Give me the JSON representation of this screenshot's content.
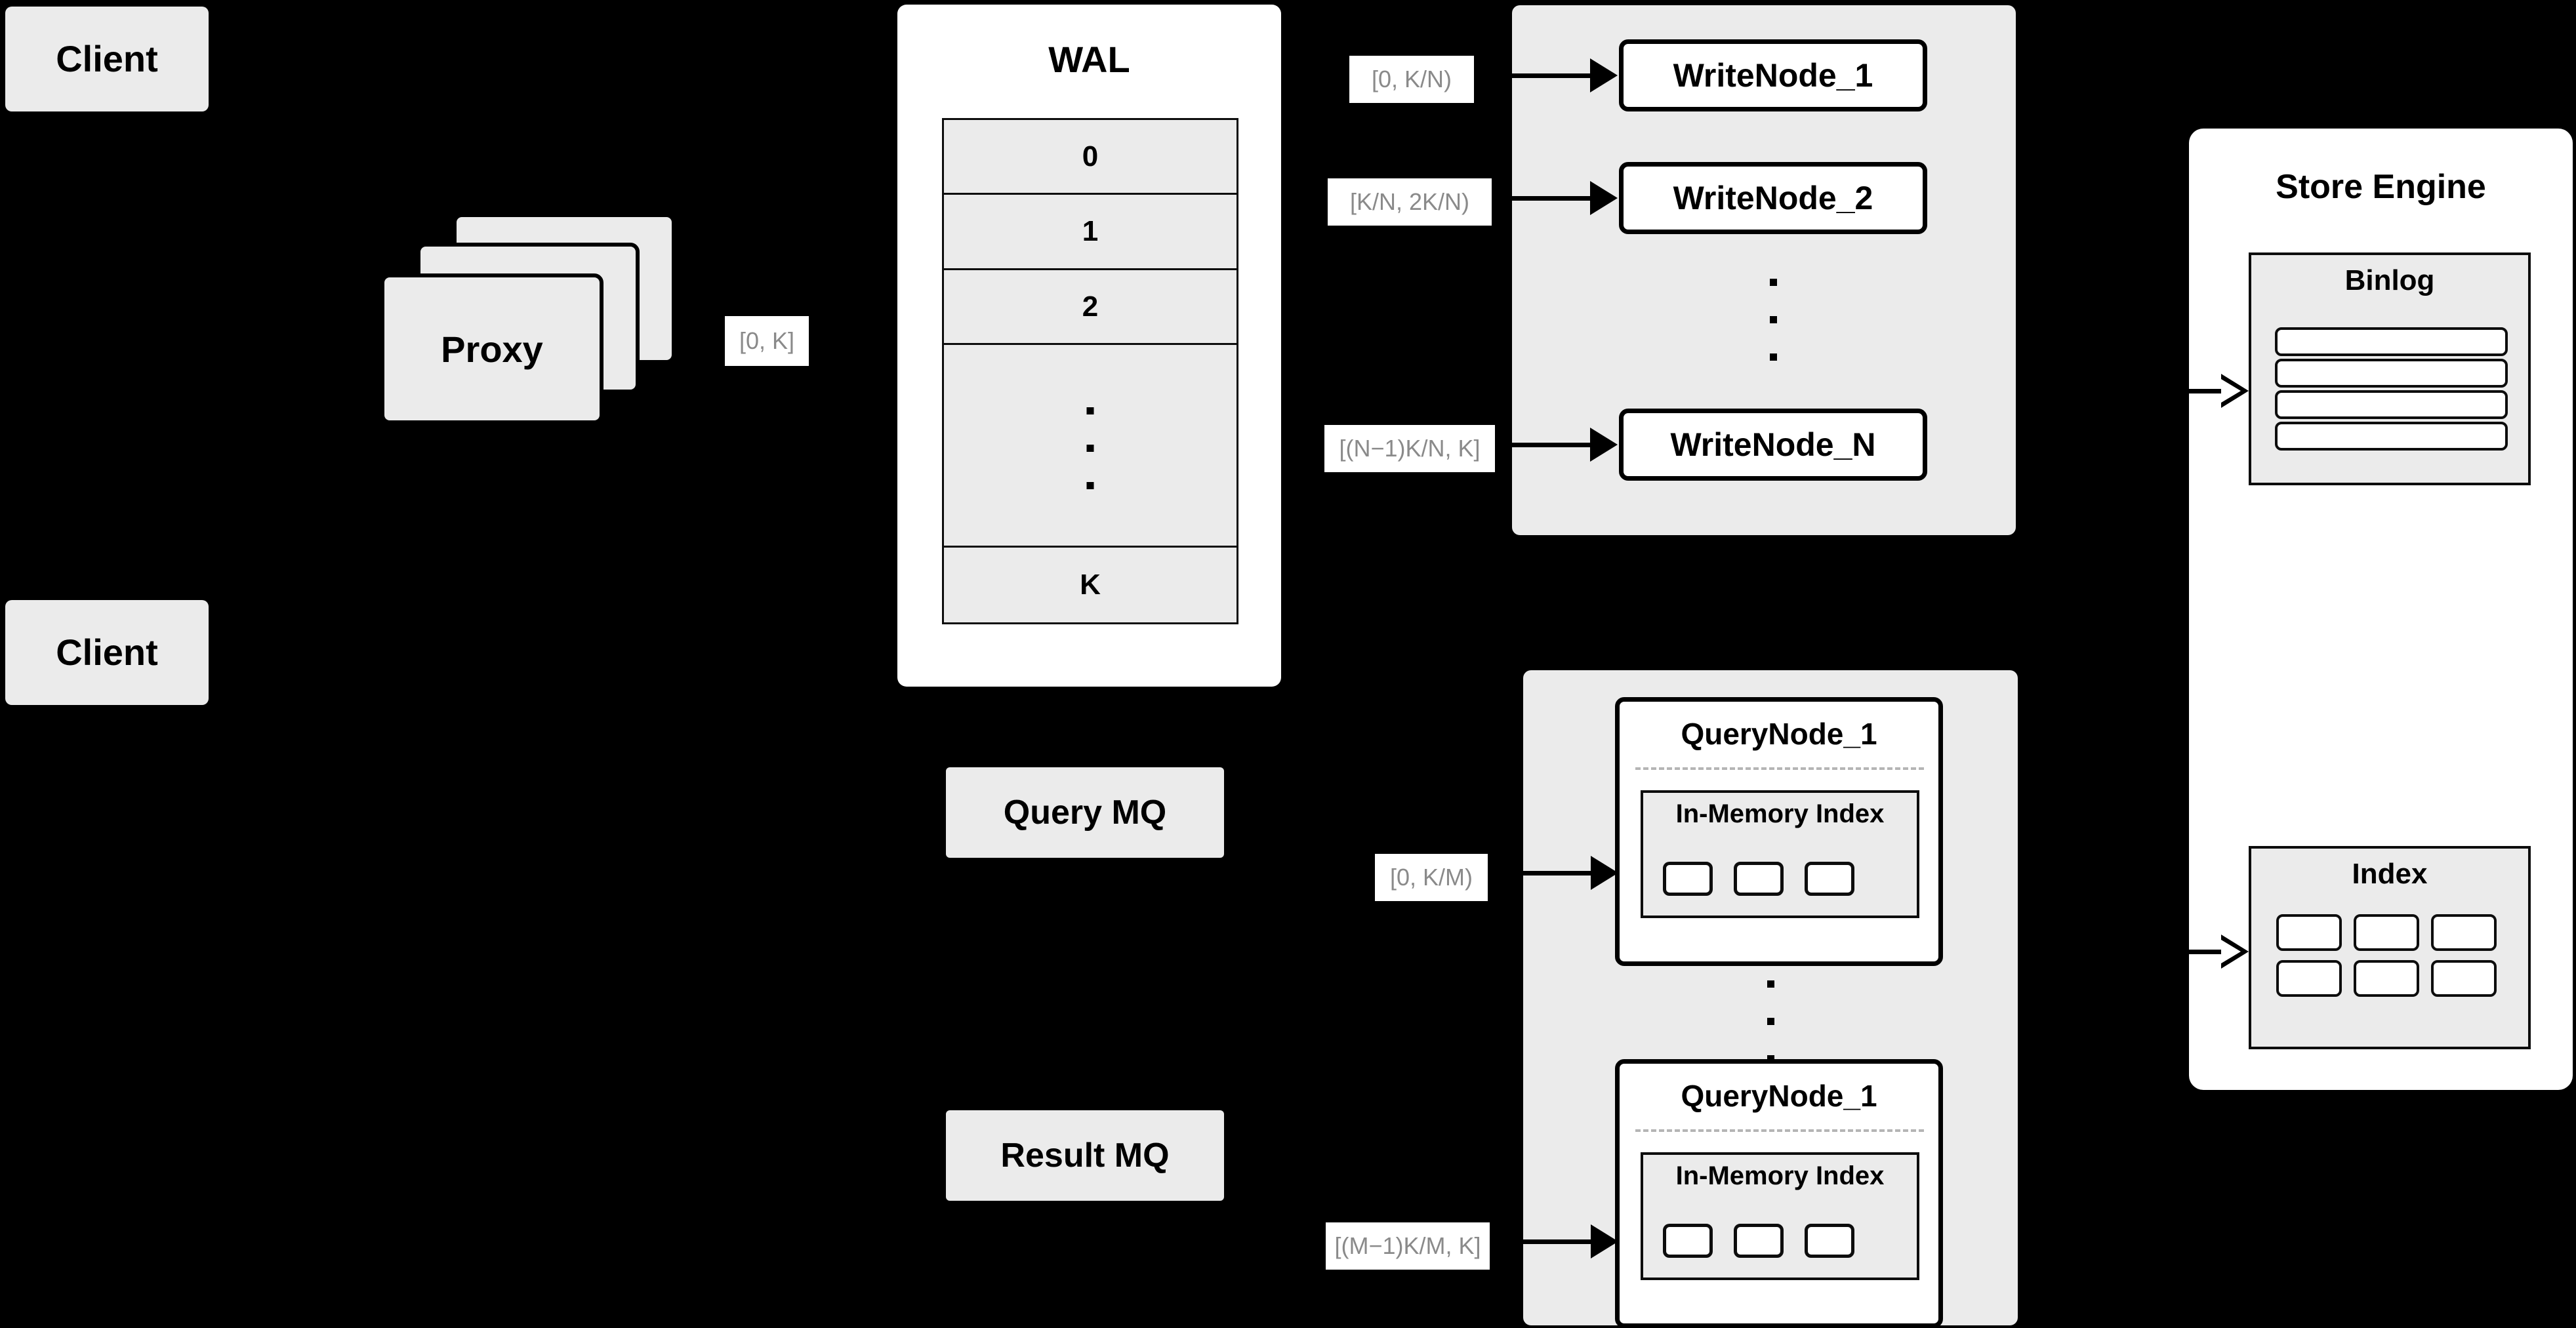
{
  "diagram": {
    "background_color": "#000000",
    "node_fill": "#ebebeb",
    "panel_fill": "#ffffff",
    "stroke_color": "#000000",
    "label_text_color": "#8a8a8a"
  },
  "clients": [
    {
      "label": "Client"
    },
    {
      "label": "Client"
    }
  ],
  "proxy": {
    "label": "Proxy",
    "stack_count": 3
  },
  "edge_labels": {
    "proxy_to_wal": "[0, K]",
    "wal_to_writenode_1": "[0,  K/N)",
    "wal_to_writenode_2": "[K/N, 2K/N)",
    "wal_to_writenode_n": "[(N−1)K/N,  K]",
    "to_querynode_first": "[0, K/M)",
    "to_querynode_last": "[(M−1)K/M, K]"
  },
  "wal": {
    "title": "WAL",
    "cells": [
      "0",
      "1",
      "2",
      "dots",
      "K"
    ],
    "dots_count": 3
  },
  "write_cluster": {
    "nodes": [
      {
        "label": "WriteNode_1"
      },
      {
        "label": "WriteNode_2"
      },
      {
        "label": "WriteNode_N"
      }
    ],
    "dots_count": 3
  },
  "message_queues": [
    {
      "label": "Query MQ"
    },
    {
      "label": "Result MQ"
    }
  ],
  "query_cluster": {
    "nodes": [
      {
        "label": "QueryNode_1",
        "index_title": "In-Memory Index",
        "chips": 3
      },
      {
        "label": "QueryNode_1",
        "index_title": "In-Memory Index",
        "chips": 3
      }
    ],
    "dots_count": 3
  },
  "store_engine": {
    "title": "Store Engine",
    "binlog": {
      "title": "Binlog",
      "rows": 4
    },
    "index": {
      "title": "Index",
      "chips": 6
    }
  }
}
